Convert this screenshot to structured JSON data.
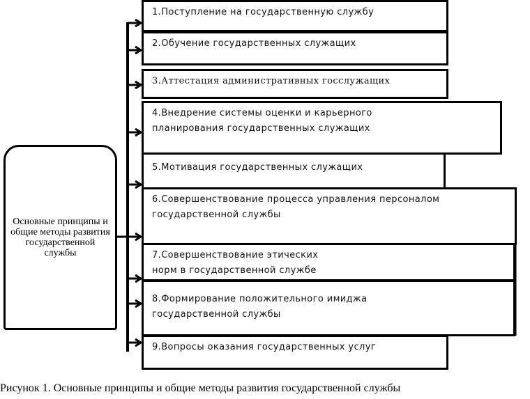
{
  "root": {
    "label": "Основные принципы и общие методы развития государственной службы"
  },
  "items": [
    {
      "label": "1.Поступление на государственную службу"
    },
    {
      "label": "2.Обучение государственных служащих"
    },
    {
      "label": "3.Аттестация административных госслужащих"
    },
    {
      "label": "4.Внедрение системы оценки и карьерного планирования государственных служащих"
    },
    {
      "label": "5.Мотивация государственных служащих"
    },
    {
      "label": "6.Совершенствование процесса управления персоналом государственной службы"
    },
    {
      "label": "7.Совершенствование этических норм в государственной службе"
    },
    {
      "label": "8.Формирование положительного имиджа государственной службы"
    },
    {
      "label": "9.Вопросы оказания государственных услуг"
    }
  ],
  "caption": "Рисунок 1.  Основные принципы и общие методы развития государственной службы"
}
